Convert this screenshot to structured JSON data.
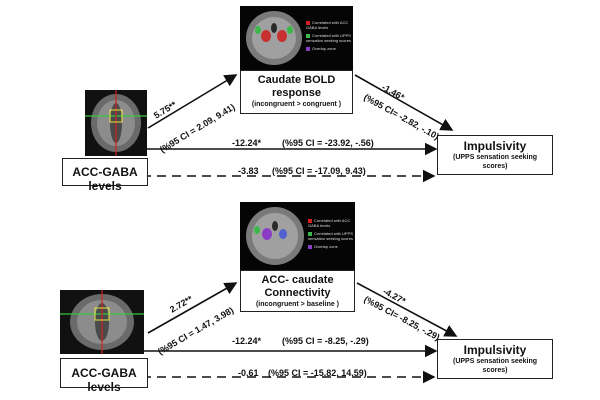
{
  "panels": [
    {
      "mediator_title": "Caudate BOLD response",
      "mediator_subtitle": "(incongruent > congruent )",
      "predictor_label": "ACC-GABA levels",
      "outcome_title": "Impulsivity",
      "outcome_subtitle": "(UPPS sensation seeking scores)",
      "path_a": "5.75**",
      "path_a_ci": "(%95 CI = 2.09, 9.41)",
      "path_b": "-1.46*",
      "path_b_ci": "(%95 CI= -2.82, -.10)",
      "path_c": "-12.24*",
      "path_c_ci": "(%95 CI = -23.92, -.56)",
      "path_cprime": "-3.83",
      "path_cprime_ci": "(%95 CI = -17.09, 9.43)",
      "legend": [
        {
          "color": "#d42020",
          "text": "Correlated with ACC GABA levels"
        },
        {
          "color": "#3cb84a",
          "text": "Correlated with UPPS sensation seeking scores"
        },
        {
          "color": "#8a3cc4",
          "text": "Overlap zone"
        }
      ]
    },
    {
      "mediator_title": "ACC- caudate Connectivity",
      "mediator_subtitle": "(incongruent > baseline )",
      "predictor_label": "ACC-GABA levels",
      "outcome_title": "Impulsivity",
      "outcome_subtitle": "(UPPS sensation seeking scores)",
      "path_a": "2.72**",
      "path_a_ci": "(%95 CI = 1.47, 3.98)",
      "path_b": "-4.27*",
      "path_b_ci": "(%95 CI= -8.25, -.29)",
      "path_c": "-12.24*",
      "path_c_ci": "(%95 CI = -8.25, -.29)",
      "path_cprime": "-0.61",
      "path_cprime_ci": "(%95 CI = -15.82, 14.59)",
      "legend": [
        {
          "color": "#d42020",
          "text": "Correlated with ACC GABA levels"
        },
        {
          "color": "#3cb84a",
          "text": "Correlated with UPPS sensation seeking scores"
        },
        {
          "color": "#8a3cc4",
          "text": "Overlap zone"
        }
      ]
    }
  ]
}
